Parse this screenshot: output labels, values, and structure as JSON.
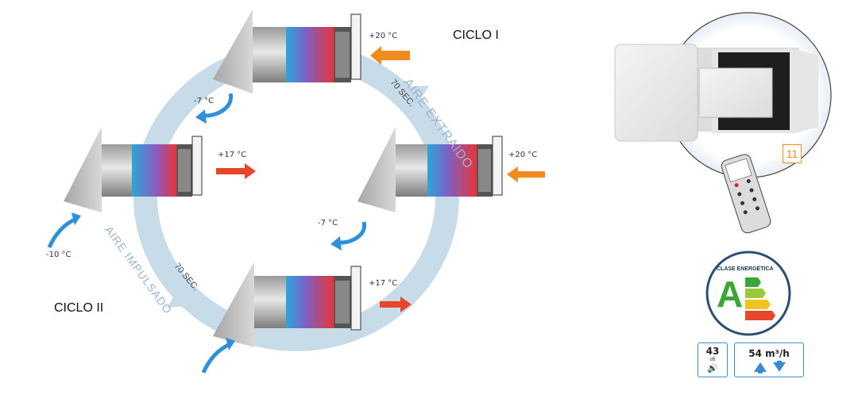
{
  "diagram": {
    "cycle1_label": "CICLO I",
    "cycle2_label": "CICLO II",
    "ring_label_extract": "AIRE EXTRAIDO",
    "ring_label_supply": "AIRE IMPULSADO",
    "timer_label_top": "70 SEC.",
    "timer_label_bottom": "70 SEC.",
    "temps": {
      "top_unit_in": "+20 °C",
      "top_unit_out": "-7 °C",
      "left_unit_out": "+17 °C",
      "left_unit_in": "-10 °C",
      "right_unit_in": "+20 °C",
      "right_unit_out": "-7 °C",
      "bottom_unit_out": "+17 °C"
    }
  },
  "product": {
    "model_number": "11",
    "energy_label_title": "CLASE ENERGÉTICA",
    "energy_class": "A",
    "noise_value": "43",
    "noise_unit": "dB",
    "airflow_value": "54 m³/h"
  },
  "colors": {
    "ring": "#c7dbe9",
    "warm_arrow": "#f28a1e",
    "hot_arrow": "#e8462a",
    "cold_arrow": "#2f8fd8",
    "badge_border": "#3a8bd1",
    "energy_green": "#3aa635"
  }
}
